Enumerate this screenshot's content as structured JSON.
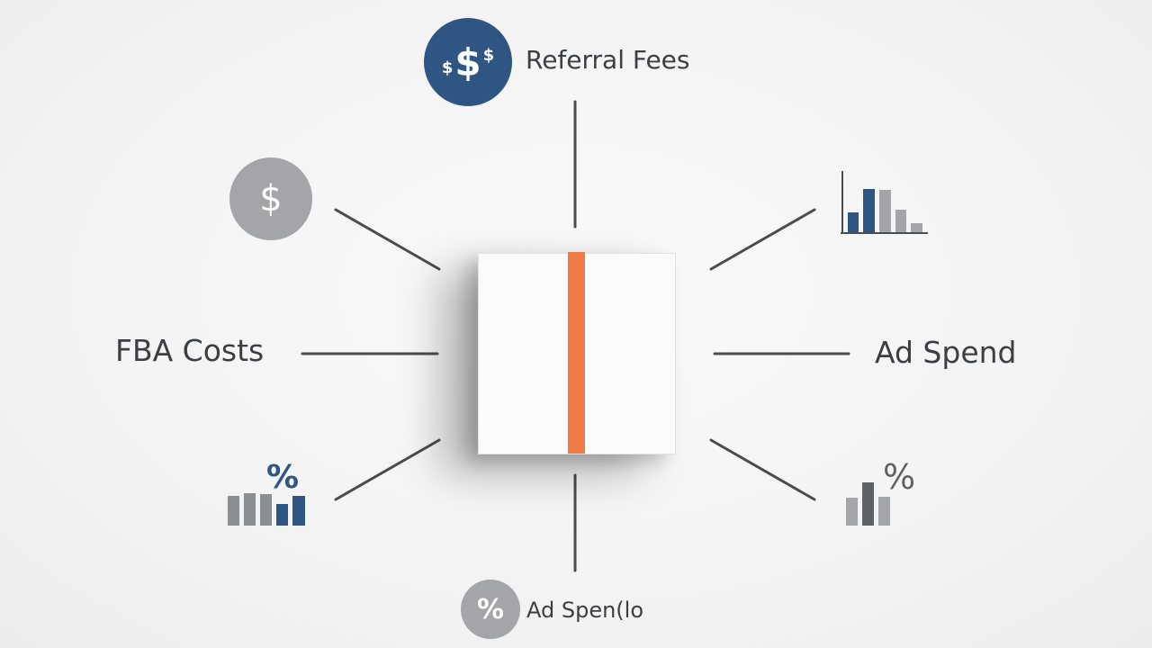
{
  "nodes": {
    "top": {
      "label": "Referral Fees",
      "icon": "dollar-circle-icon"
    },
    "left": {
      "label": "FBA Costs"
    },
    "right": {
      "label": "Ad Spend"
    },
    "bottom": {
      "label": "Ad Spen(lo",
      "icon": "percent-circle-icon"
    },
    "upper_left": {
      "icon": "dollar-circle-icon"
    },
    "upper_right": {
      "icon": "bar-chart-icon"
    },
    "lower_left": {
      "icon": "bar-chart-percent-icon"
    },
    "lower_right": {
      "icon": "bar-chart-percent-icon"
    }
  },
  "glyphs": {
    "dollar": "$",
    "percent": "%"
  },
  "colors": {
    "accent_orange": "#ee7a45",
    "navy": "#2f5583",
    "gray": "#a3a5a8",
    "dark_gray": "#5f6265",
    "connector": "#4a4d50"
  }
}
